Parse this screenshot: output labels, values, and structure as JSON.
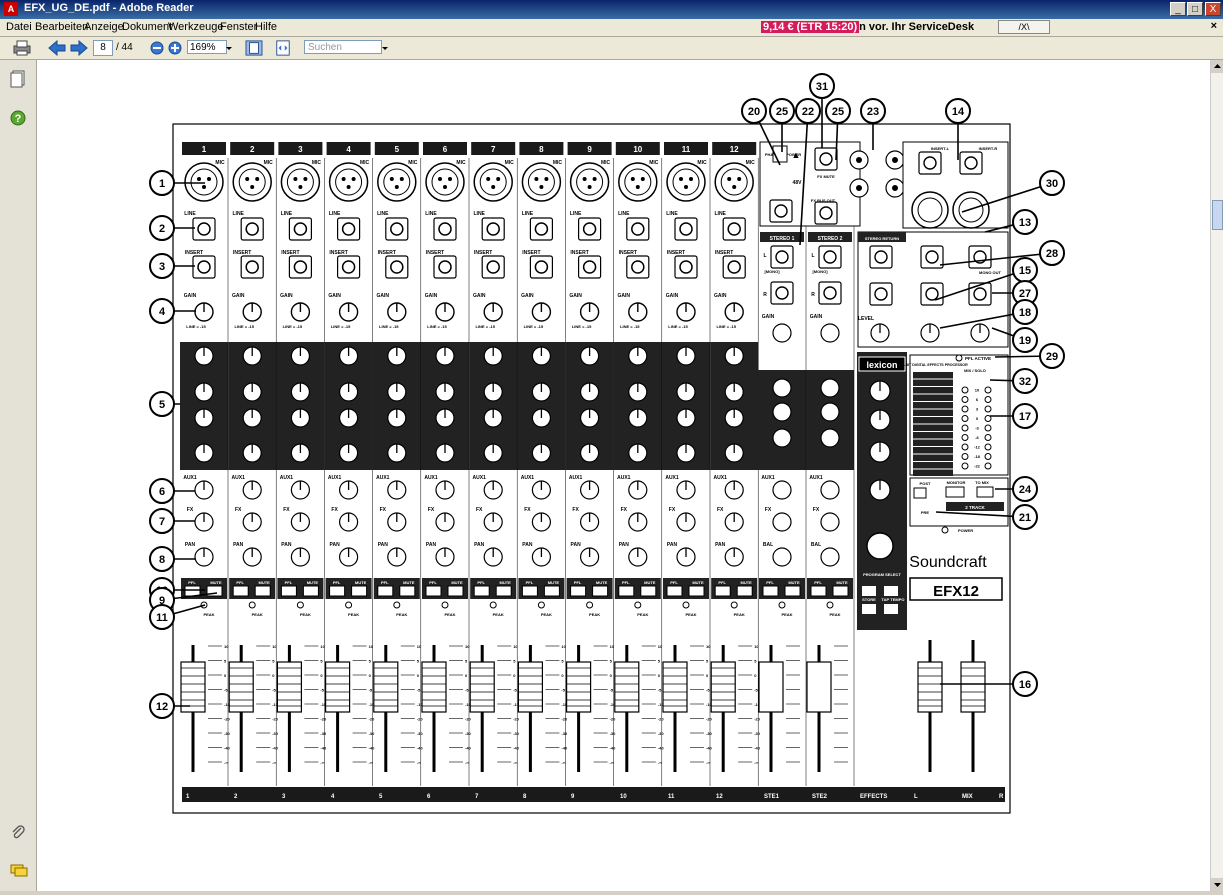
{
  "window": {
    "title": "EFX_UG_DE.pdf - Adobe Reader",
    "min_label": "_",
    "max_label": "□",
    "close_label": "X"
  },
  "menu": {
    "items": [
      "Datei",
      "Bearbeiten",
      "Anzeige",
      "Dokument",
      "Werkzeuge",
      "Fenster",
      "Hilfe"
    ],
    "ad_price": "9,14 € (ETR 15:20)",
    "ad_text": "n vor. Ihr ServiceDesk",
    "ad_button": "/X\\",
    "doc_close": "×"
  },
  "toolbar": {
    "page_current": "8",
    "page_total": "/ 44",
    "zoom": "169%",
    "search_placeholder": "Suchen"
  },
  "diagram": {
    "channel_numbers": [
      "1",
      "2",
      "3",
      "4",
      "5",
      "6",
      "7",
      "8",
      "9",
      "10",
      "11",
      "12"
    ],
    "channel_bottom_labels": [
      "1",
      "2",
      "3",
      "4",
      "5",
      "6",
      "7",
      "8",
      "9",
      "10",
      "11",
      "12",
      "STE1",
      "STE2",
      "EFFECTS",
      "L",
      "MIX",
      "R"
    ],
    "callouts_left": [
      "1",
      "2",
      "3",
      "4",
      "5",
      "6",
      "7",
      "8",
      "10",
      "9",
      "11",
      "12"
    ],
    "callouts_top": [
      "20",
      "25",
      "31",
      "22",
      "25",
      "23",
      "14"
    ],
    "callouts_right": [
      "30",
      "13",
      "28",
      "15",
      "27",
      "18",
      "19",
      "29",
      "32",
      "17",
      "24",
      "21",
      "16"
    ],
    "texts": {
      "mic": "MIC",
      "line": "LINE",
      "insert": "INSERT",
      "gain": "GAIN",
      "line_minus": "LINE = -15",
      "aux1": "AUX1",
      "fx": "FX",
      "pan": "PAN",
      "bal": "BAL",
      "pfl": "PFL",
      "mute": "MUTE",
      "peak": "PEAK",
      "stereo1": "STEREO 1",
      "stereo2": "STEREO 2",
      "stereo_return": "STEREO RETURN",
      "mono": "[MONO]",
      "l": "L",
      "r": "R",
      "phantom": "PHANTOM POWER",
      "v48": "48V",
      "fx_mute": "FX MUTE",
      "fx_bus_out": "FX BUS OUT",
      "insert_l": "INSERT-L",
      "insert_r": "INSERT-R",
      "mono_out": "MONO OUT",
      "level": "LEVEL",
      "lexicon": "lexicon",
      "fx_proc": "24-BIT DIGITAL EFFECTS PROCESSOR",
      "pfl_active": "PFL ACTIVE",
      "mix_solo": "MIX / SOLO",
      "post": "POST",
      "pre": "PRE",
      "monitor": "MONITOR",
      "to_mix": "TO MIX",
      "two_track": "2 TRACK",
      "power": "POWER",
      "program_select": "PROGRAM SELECT",
      "store": "STORE",
      "tap_tempo": "TAP TEMPO",
      "brand": "Soundcraft",
      "model": "EFX12"
    },
    "meter_labels": [
      "10",
      "6",
      "3",
      "0",
      "-3",
      "-6",
      "-12",
      "-18",
      "-22"
    ],
    "fader_scale": [
      "10",
      "5",
      "0",
      "-5",
      "-10",
      "-20",
      "-30",
      "-40",
      "-∞"
    ]
  }
}
